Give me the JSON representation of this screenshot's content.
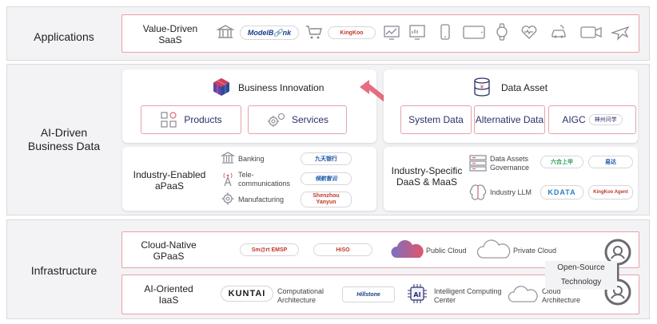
{
  "applications": {
    "label": "Applications",
    "saas_label_line1": "Value-Driven",
    "saas_label_line2": "SaaS",
    "logos": [
      "ModelB🔗nk",
      "KingKoo"
    ]
  },
  "business_data": {
    "label_line1": "AI-Driven",
    "label_line2": "Business Data",
    "innovation": {
      "title": "Business Innovation",
      "products": "Products",
      "services": "Services"
    },
    "data_asset": {
      "title": "Data Asset",
      "system_data": "System Data",
      "alternative_data": "Alternative Data",
      "aigc": "AIGC",
      "aigc_logo": "神州问学"
    },
    "apaas": {
      "label_line1": "Industry-Enabled",
      "label_line2": "aPaaS",
      "items": [
        {
          "label": "Banking",
          "logo": "九天银行"
        },
        {
          "label_line1": "Tele-",
          "label_line2": "communications",
          "logo": "领航智云"
        },
        {
          "label": "Manufacturing",
          "logo_line1": "Shenzhou",
          "logo_line2": "Yanyun"
        }
      ]
    },
    "daas": {
      "label_line1": "Industry-Specific",
      "label_line2": "DaaS & MaaS",
      "governance_line1": "Data Assets",
      "governance_line2": "Governance",
      "llm": "Industry LLM",
      "logos": [
        "六合上甲",
        "易达",
        "KDATA",
        "KingKoo Agent"
      ]
    }
  },
  "infrastructure": {
    "label": "Infrastructure",
    "gpaas_line1": "Cloud-Native",
    "gpaas_line2": "GPaaS",
    "gpaas_logos": [
      "Sm@rt EMSP",
      "HiSO"
    ],
    "public_cloud": "Public Cloud",
    "private_cloud": "Private Cloud",
    "open_source_line1": "Open-Source",
    "open_source_line2": "Technology",
    "iaas_line1": "AI-Oriented",
    "iaas_line2": "IaaS",
    "kuntai": "KUNTAI",
    "computational_line1": "Computational",
    "computational_line2": "Architecture",
    "hillstone": "Hillstone",
    "intelligent_line1": "Intelligent Computing",
    "intelligent_line2": "Center",
    "cloud_arch_line1": "Cloud",
    "cloud_arch_line2": "Architecture"
  },
  "colors": {
    "accent_red": "#d9534f",
    "navy": "#2b2f6b",
    "grey_icon": "#8a8a94",
    "arrow_pink": "#e0566a"
  }
}
